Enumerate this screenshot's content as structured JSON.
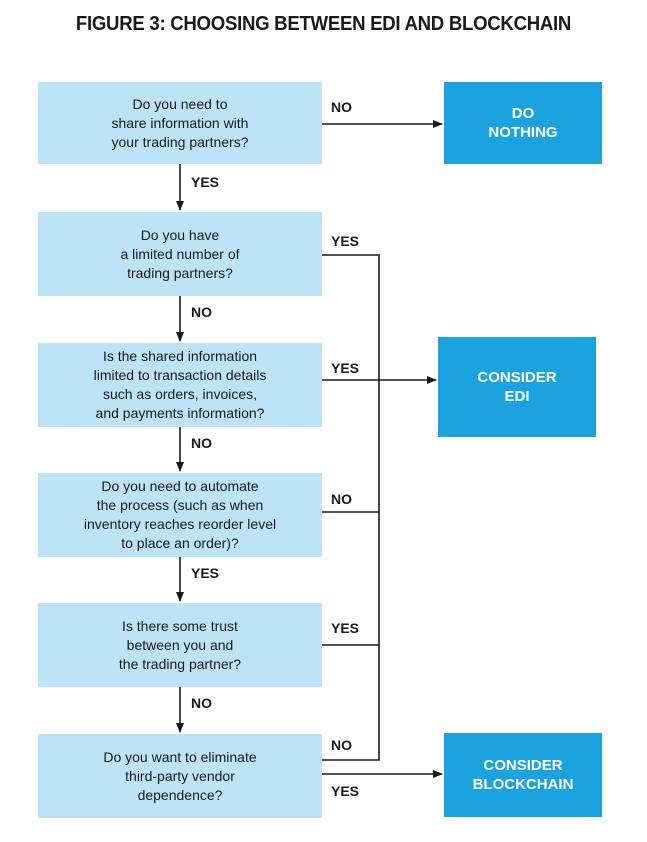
{
  "title": "FIGURE 3: CHOOSING BETWEEN EDI AND BLOCKCHAIN",
  "questions": [
    "Do you need to\nshare information with\nyour trading partners?",
    "Do you have\na limited number of\ntrading partners?",
    "Is the shared information\nlimited to transaction details\nsuch as orders, invoices,\nand payments information?",
    "Do you need to automate\nthe process (such as when\ninventory reaches reorder level\nto place an order)?",
    "Is there some trust\nbetween you and\nthe trading partner?",
    "Do you want to eliminate\nthird-party vendor\ndependence?"
  ],
  "outcomes": {
    "nothing": "DO\nNOTHING",
    "edi": "CONSIDER\nEDI",
    "blockchain": "CONSIDER\nBLOCKCHAIN"
  },
  "labels": {
    "q1_side": "NO",
    "q1_down": "YES",
    "q2_side": "YES",
    "q2_down": "NO",
    "q3_side": "YES",
    "q3_down": "NO",
    "q4_side": "NO",
    "q4_down": "YES",
    "q5_side": "YES",
    "q5_down": "NO",
    "q6_no": "NO",
    "q6_yes": "YES"
  },
  "colors": {
    "question_fill": "#bde3f7",
    "outcome_fill": "#1aa3df",
    "line": "#1a1a1a"
  }
}
